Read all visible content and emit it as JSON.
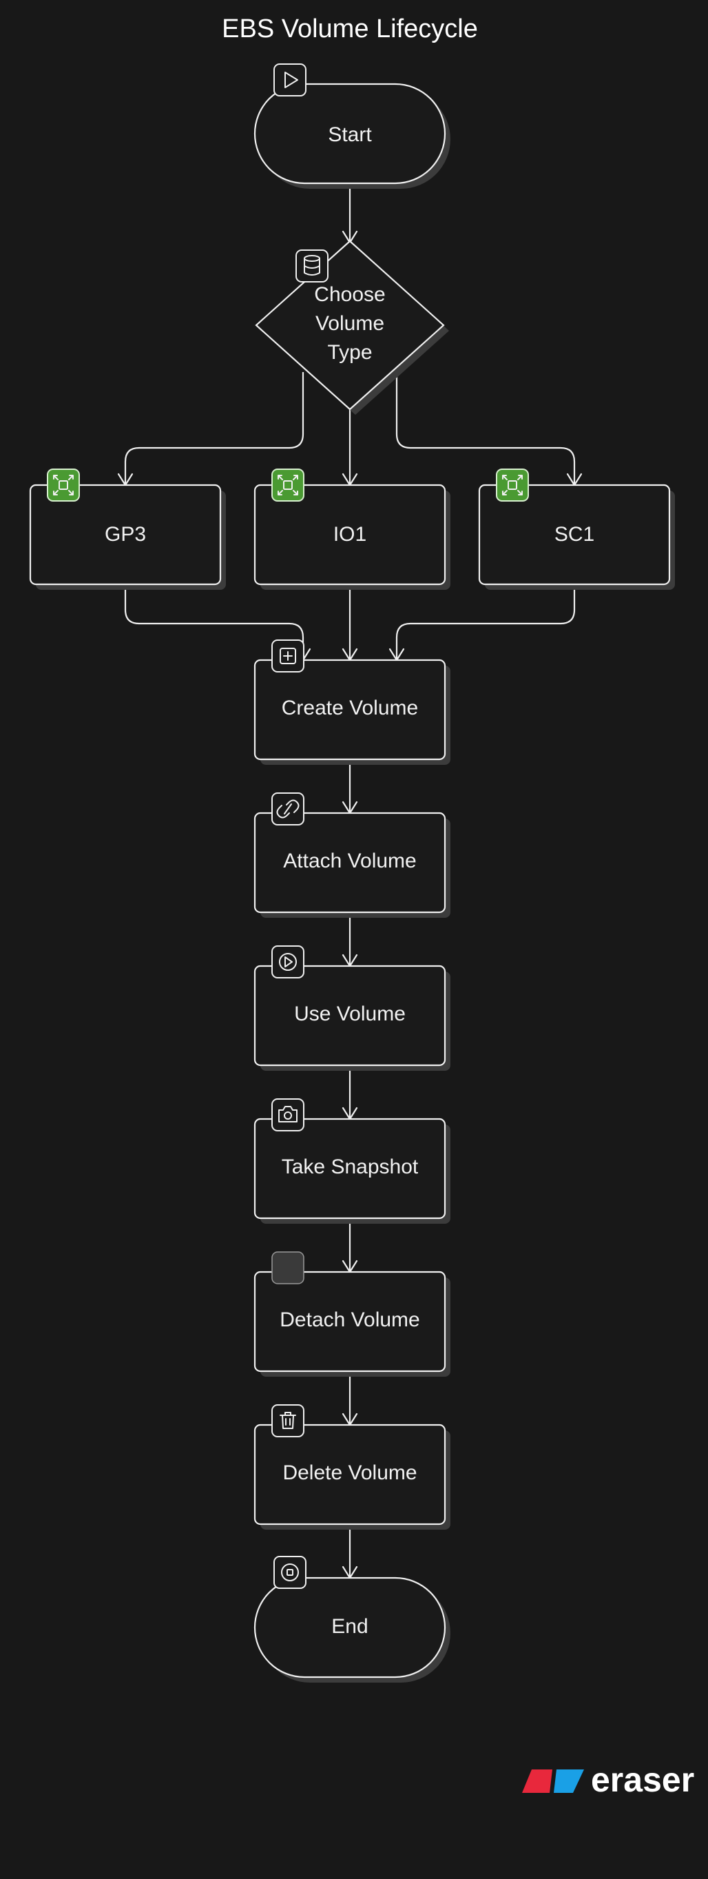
{
  "diagram": {
    "title": "EBS Volume Lifecycle",
    "nodes": {
      "start": "Start",
      "choose": [
        "Choose",
        "Volume",
        "Type"
      ],
      "gp3": "GP3",
      "io1": "IO1",
      "sc1": "SC1",
      "create": "Create Volume",
      "attach": "Attach Volume",
      "use": "Use Volume",
      "snapshot": "Take Snapshot",
      "detach": "Detach Volume",
      "delete": "Delete Volume",
      "end": "End"
    },
    "icons": {
      "start": "play-icon",
      "choose": "database-icon",
      "gp3": "expand-icon",
      "io1": "expand-icon",
      "sc1": "expand-icon",
      "create": "plus-square-icon",
      "attach": "link-icon",
      "use": "play-circle-icon",
      "snapshot": "camera-icon",
      "detach": "blank-square-icon",
      "delete": "trash-icon",
      "end": "stop-circle-icon"
    },
    "colors": {
      "background": "#181818",
      "stroke": "#f0f0f0",
      "badge_green": "#4a9a32"
    }
  },
  "branding": {
    "name": "eraser",
    "colors": [
      "#e8283c",
      "#1aa0e6"
    ]
  }
}
